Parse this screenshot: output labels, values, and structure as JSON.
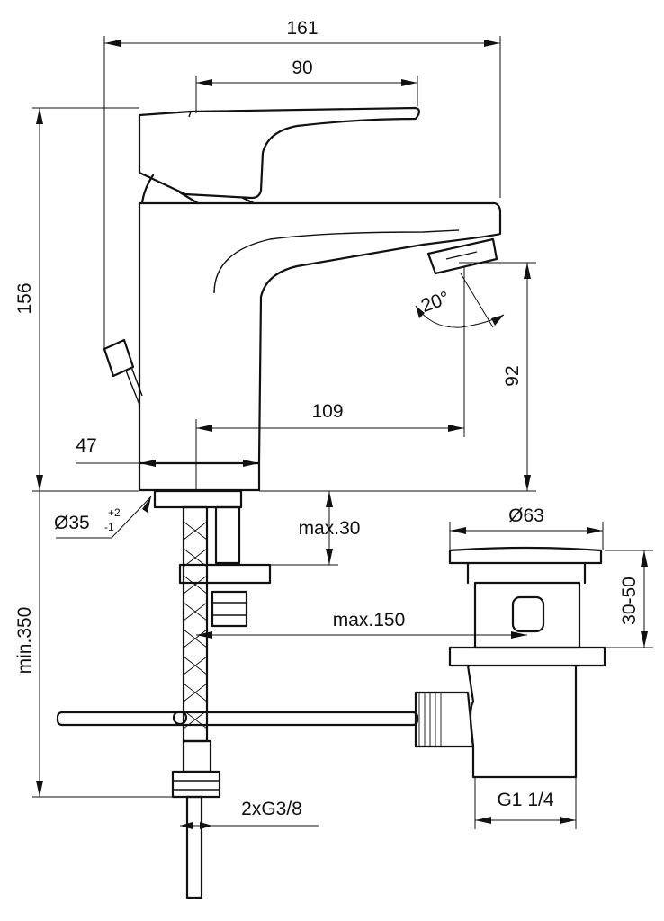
{
  "dimensions": {
    "overall_width": "161",
    "spout_to_lever": "90",
    "overall_height": "156",
    "spout_reach": "109",
    "body_depth": "47",
    "spout_height": "92",
    "spray_angle": "20°",
    "base_diameter": "Ø35",
    "base_tol_plus": "+2",
    "base_tol_minus": "-1",
    "max_deck": "max.30",
    "max_waste": "max.150",
    "hose_length": "min.350",
    "waste_diameter": "Ø63",
    "waste_height": "30-50",
    "waste_thread": "G1 1/4",
    "hose_thread": "2xG3/8"
  }
}
